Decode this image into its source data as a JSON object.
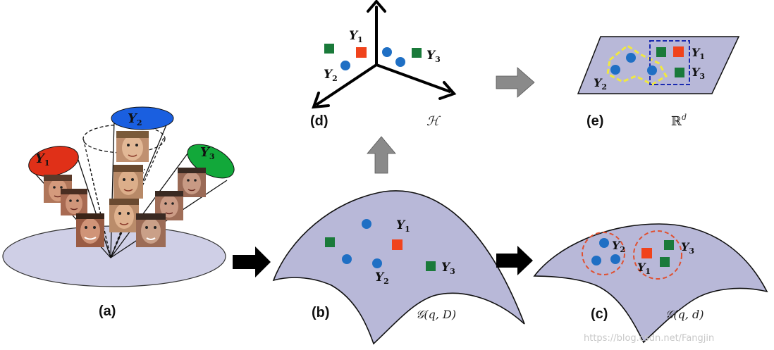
{
  "panels": {
    "a": {
      "label": "(a)",
      "y_labels": {
        "y1": "Y",
        "y1_sub": "1",
        "y2": "Y",
        "y2_sub": "2",
        "y3": "Y",
        "y3_sub": "3"
      }
    },
    "b": {
      "label": "(b)",
      "manifold": "𝒢(q, D)",
      "y_labels": {
        "y1": "Y",
        "y1_sub": "1",
        "y2": "Y",
        "y2_sub": "2",
        "y3": "Y",
        "y3_sub": "3"
      }
    },
    "c": {
      "label": "(c)",
      "manifold": "𝒢(q, d)",
      "y_labels": {
        "y1": "Y",
        "y1_sub": "1",
        "y2": "Y",
        "y2_sub": "2",
        "y3": "Y",
        "y3_sub": "3"
      }
    },
    "d": {
      "label": "(d)",
      "space": "ℋ",
      "y_labels": {
        "y1": "Y",
        "y1_sub": "1",
        "y2": "Y",
        "y2_sub": "2",
        "y3": "Y",
        "y3_sub": "3"
      }
    },
    "e": {
      "label": "(e)",
      "space": "ℝ",
      "space_sup": "d",
      "y_labels": {
        "y1": "Y",
        "y1_sub": "1",
        "y2": "Y",
        "y2_sub": "2",
        "y3": "Y",
        "y3_sub": "3"
      }
    }
  },
  "watermark": "https://blog.csdn.net/Fangjin",
  "colors": {
    "manifold_fill": "#b8b8d8",
    "point_blue": "#1f6fc4",
    "point_green": "#1a7a3a",
    "point_red": "#f0431c",
    "cone_red": "#e03018",
    "cone_blue": "#1a5fe0",
    "cone_green": "#12a83a",
    "arrow_black": "#000000",
    "arrow_gray": "#8a8a8a",
    "cluster_red": "#e05030",
    "cluster_yellow": "#f0e840",
    "cluster_blue": "#1a2ab0"
  }
}
